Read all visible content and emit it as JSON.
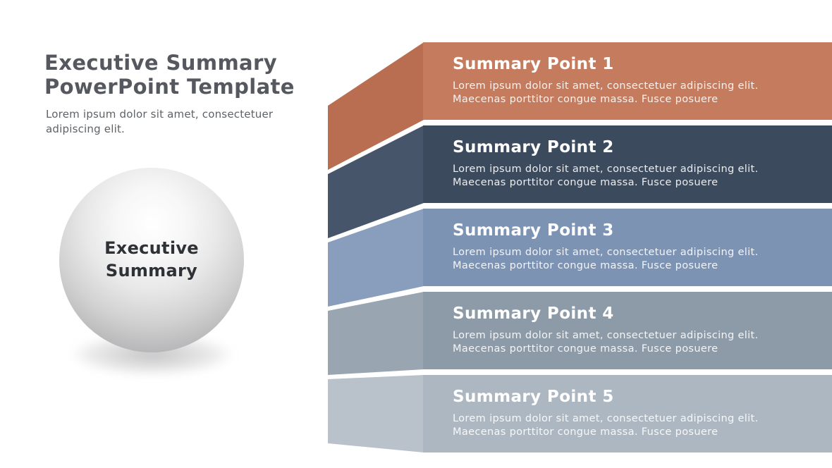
{
  "header": {
    "title": "Executive Summary\nPowerPoint Template",
    "subtitle": "Lorem ipsum dolor sit amet, consectetuer adipiscing elit."
  },
  "sphere": {
    "label": "Executive\nSummary"
  },
  "summary_points": [
    {
      "heading": "Summary Point 1",
      "body": "Lorem ipsum dolor sit amet, consectetuer adipiscing elit. Maecenas porttitor congue massa. Fusce posuere",
      "color": "#C57B5E",
      "tail_color": "#B96E52"
    },
    {
      "heading": "Summary Point 2",
      "body": "Lorem ipsum dolor sit amet, consectetuer adipiscing elit. Maecenas porttitor congue massa. Fusce posuere",
      "color": "#3C4A5E",
      "tail_color": "#46556A"
    },
    {
      "heading": "Summary Point 3",
      "body": "Lorem ipsum dolor sit amet, consectetuer adipiscing elit. Maecenas porttitor congue massa. Fusce posuere",
      "color": "#7D93B4",
      "tail_color": "#899EBD"
    },
    {
      "heading": "Summary Point 4",
      "body": "Lorem ipsum dolor sit amet, consectetuer adipiscing elit. Maecenas porttitor congue massa. Fusce posuere",
      "color": "#8D9AA8",
      "tail_color": "#99A5B1"
    },
    {
      "heading": "Summary Point 5",
      "body": "Lorem ipsum dolor sit amet, consectetuer adipiscing elit. Maecenas porttitor congue massa. Fusce posuere",
      "color": "#ADB7C1",
      "tail_color": "#B9C2CA"
    }
  ]
}
